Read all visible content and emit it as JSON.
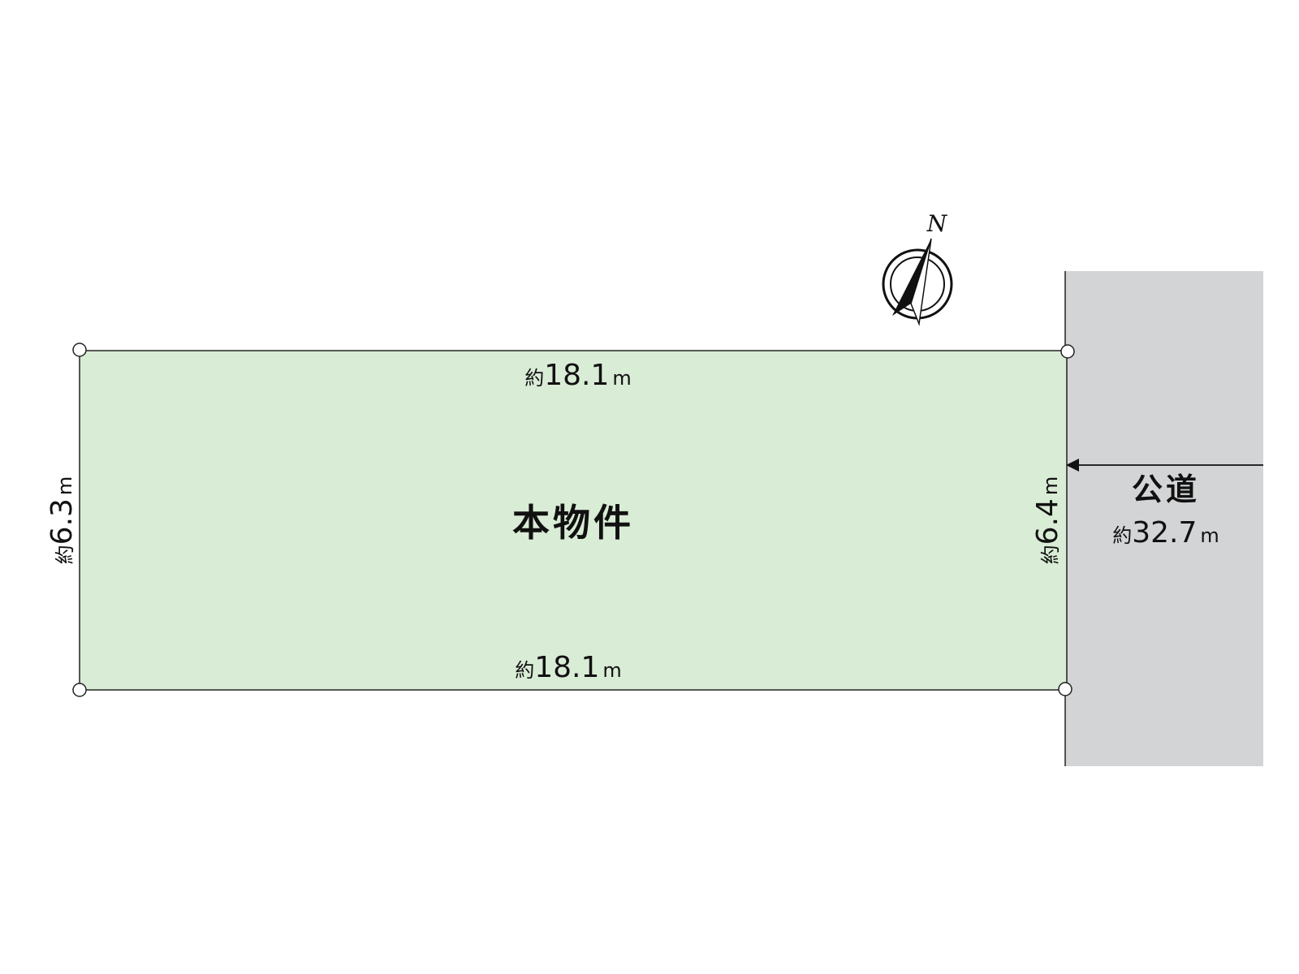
{
  "lot": {
    "label": "本物件",
    "fill_color": "#d9ecd6",
    "top_dimension": {
      "prefix": "約",
      "value": "18.1",
      "unit": "m"
    },
    "bottom_dimension": {
      "prefix": "約",
      "value": "18.1",
      "unit": "m"
    },
    "left_dimension": {
      "prefix": "約",
      "value": "6.3",
      "unit": "m"
    },
    "right_dimension": {
      "prefix": "約",
      "value": "6.4",
      "unit": "m"
    }
  },
  "road": {
    "name": "公道",
    "fill_color": "#d3d4d6",
    "width": {
      "prefix": "約",
      "value": "32.7",
      "unit": "m"
    }
  },
  "compass": {
    "label": "N",
    "icon": "north-arrow-icon"
  }
}
